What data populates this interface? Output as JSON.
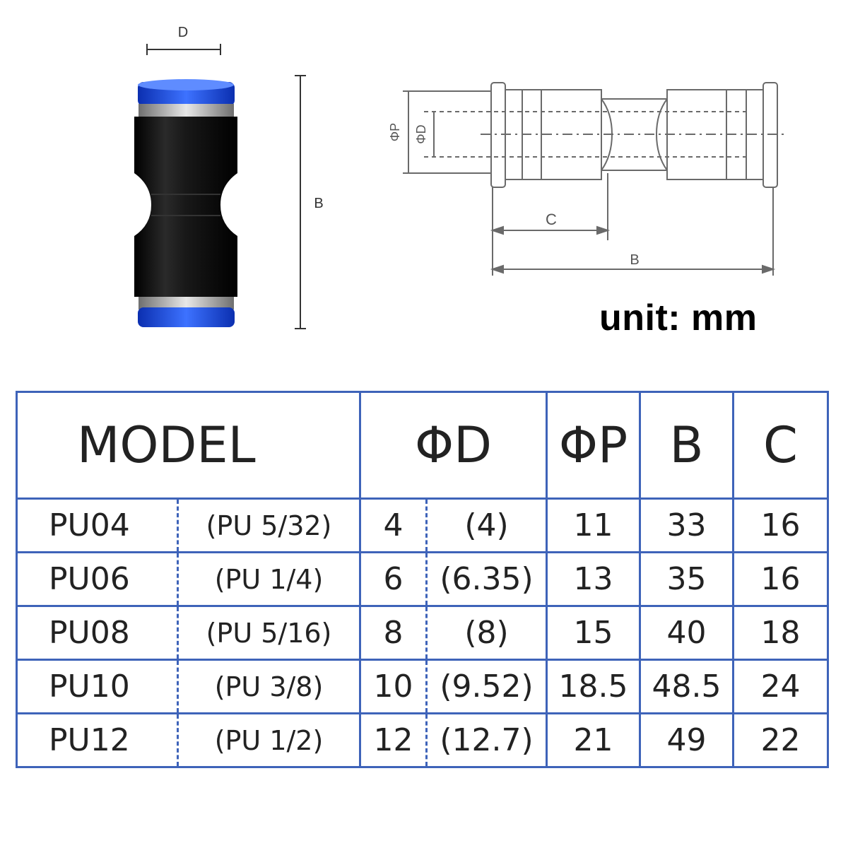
{
  "photo_labels": {
    "width": "D",
    "length": "B"
  },
  "drawing_labels": {
    "port_outer": "ΦP",
    "port_inner": "ΦD",
    "half": "C",
    "overall": "B"
  },
  "unit_text": "unit: mm",
  "colors": {
    "table_border": "#3e63b9",
    "fitting_blue": "#1c4fe0",
    "fitting_black": "#0d0d0d"
  },
  "table": {
    "headers": {
      "model": "MODEL",
      "phi_d": "ΦD",
      "phi_p": "ΦP",
      "b": "B",
      "c": "C"
    },
    "rows": [
      {
        "model": "PU04",
        "inch": "(PU 5/32)",
        "d": "4",
        "d_in": "(4)",
        "p": "11",
        "b": "33",
        "c": "16"
      },
      {
        "model": "PU06",
        "inch": "(PU 1/4)",
        "d": "6",
        "d_in": "(6.35)",
        "p": "13",
        "b": "35",
        "c": "16"
      },
      {
        "model": "PU08",
        "inch": "(PU 5/16)",
        "d": "8",
        "d_in": "(8)",
        "p": "15",
        "b": "40",
        "c": "18"
      },
      {
        "model": "PU10",
        "inch": "(PU 3/8)",
        "d": "10",
        "d_in": "(9.52)",
        "p": "18.5",
        "b": "48.5",
        "c": "24"
      },
      {
        "model": "PU12",
        "inch": "(PU 1/2)",
        "d": "12",
        "d_in": "(12.7)",
        "p": "21",
        "b": "49",
        "c": "22"
      }
    ]
  }
}
